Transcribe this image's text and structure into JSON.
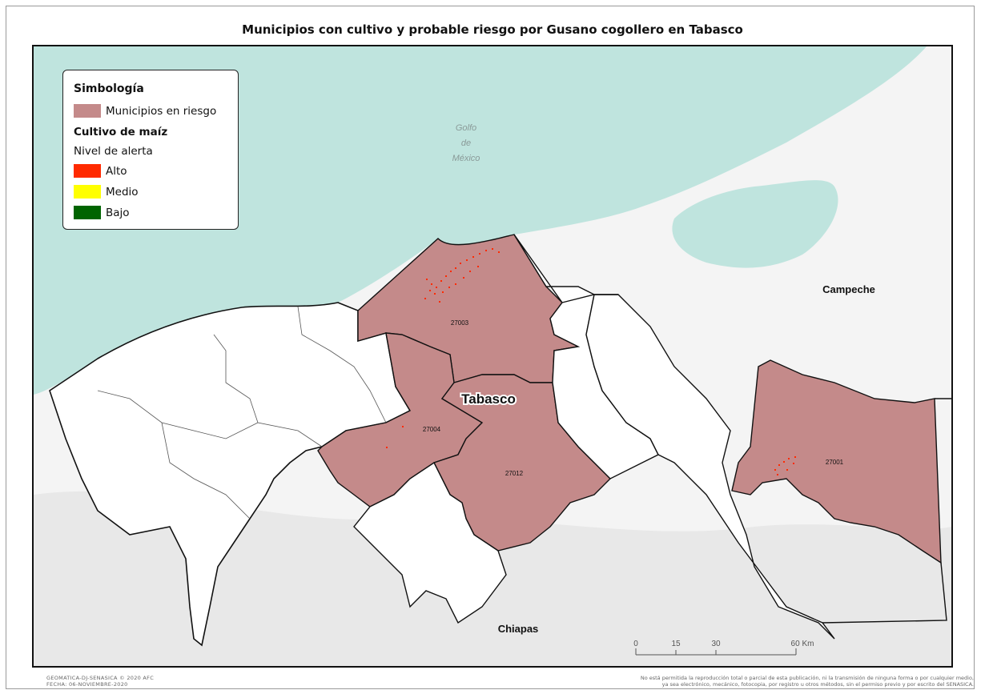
{
  "title": "Municipios con cultivo y probable riesgo por Gusano cogollero en Tabasco",
  "legend": {
    "title": "Simbología",
    "risk_label": "Municipios en riesgo",
    "crop_title": "Cultivo de maíz",
    "alert_title": "Nivel de alerta",
    "levels": [
      {
        "label": "Alto",
        "color": "#ff2a00"
      },
      {
        "label": "Medio",
        "color": "#ffff00"
      },
      {
        "label": "Bajo",
        "color": "#006400"
      }
    ],
    "risk_color": "#c48a8a"
  },
  "map": {
    "sea_label_1": "Golfo",
    "sea_label_2": "de",
    "sea_label_3": "México",
    "state_label": "Tabasco",
    "campeche_label": "Campeche",
    "chiapas_label": "Chiapas",
    "municipalities": [
      {
        "code": "27003"
      },
      {
        "code": "27004"
      },
      {
        "code": "27012"
      },
      {
        "code": "27001"
      }
    ],
    "scale": {
      "ticks": [
        "0",
        "15",
        "30",
        "60 Km"
      ]
    },
    "sea_color": "#bfe4de"
  },
  "footer": {
    "left_1": "GEOMATICA-DJ-SENASICA © 2020 AFC",
    "left_2": "FECHA: 06-NOVIEMBRE-2020",
    "right_1": "No está permitida la reproducción total o parcial de esta publicación, ni la transmisión de ninguna forma o por cualquier medio,",
    "right_2": "ya sea electrónico, mecánico, fotocopia, por registro u otros métodos, sin el permiso previo y por escrito del SENASICA."
  }
}
